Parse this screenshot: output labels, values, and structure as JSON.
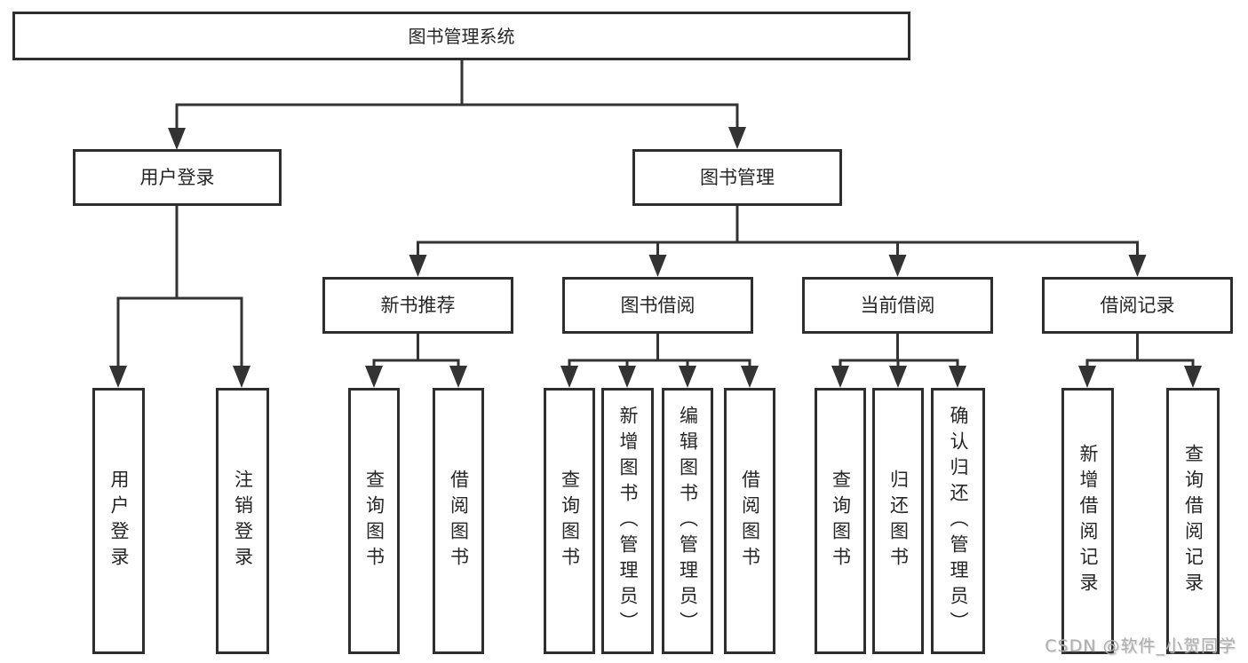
{
  "diagram": {
    "root": {
      "label": "图书管理系统"
    },
    "branches": [
      {
        "label": "用户登录",
        "children": [
          {
            "label": "用户登录"
          },
          {
            "label": "注销登录"
          }
        ]
      },
      {
        "label": "图书管理",
        "children": [
          {
            "label": "新书推荐",
            "children": [
              {
                "label": "查询图书"
              },
              {
                "label": "借阅图书"
              }
            ]
          },
          {
            "label": "图书借阅",
            "children": [
              {
                "label": "查询图书"
              },
              {
                "label": "新增图书（管理员）"
              },
              {
                "label": "编辑图书（管理员）"
              },
              {
                "label": "借阅图书"
              }
            ]
          },
          {
            "label": "当前借阅",
            "children": [
              {
                "label": "查询图书"
              },
              {
                "label": "归还图书"
              },
              {
                "label": "确认归还（管理员）"
              }
            ]
          },
          {
            "label": "借阅记录",
            "children": [
              {
                "label": "新增借阅记录"
              },
              {
                "label": "查询借阅记录"
              }
            ]
          }
        ]
      }
    ]
  },
  "watermark": {
    "text": "CSDN @软件_小贺同学"
  },
  "colors": {
    "background": "#ffffff",
    "line": "#333333",
    "box_border": "#2e2e2e",
    "box_fill": "#ffffff",
    "text": "#262626",
    "watermark": "#aeaeae"
  }
}
